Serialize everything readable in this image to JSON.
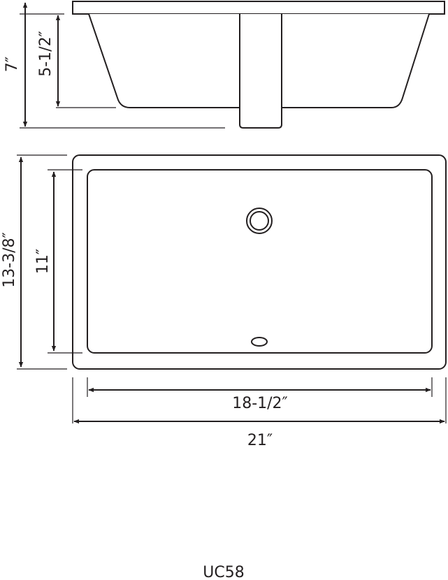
{
  "diagram": {
    "side_view": {
      "overall_height": "7″",
      "bowl_depth": "5-1/2″"
    },
    "top_view": {
      "overall_depth": "13-3/8″",
      "bowl_depth": "11″",
      "bowl_width": "18-1/2″",
      "overall_width": "21″"
    },
    "model": "UC58",
    "line_color": "#231f20"
  }
}
